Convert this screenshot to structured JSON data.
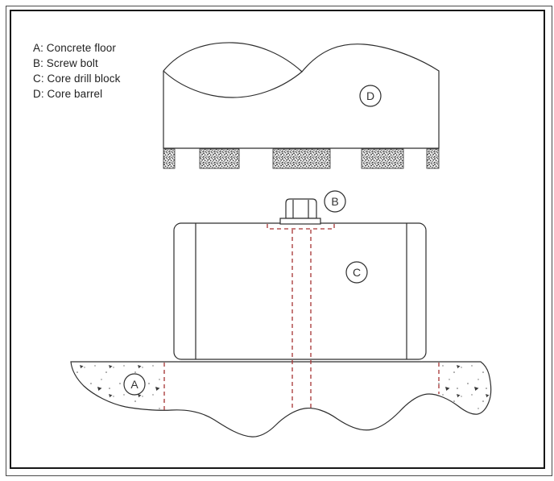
{
  "sheet": {
    "legend": {
      "items": [
        {
          "label": "A: Concrete floor"
        },
        {
          "label": "B: Screw bolt"
        },
        {
          "label": "C: Core drill block"
        },
        {
          "label": "D: Core barrel"
        }
      ]
    },
    "callouts": {
      "concrete_floor": "A",
      "screw_bolt": "B",
      "core_drill_block": "C",
      "core_barrel": "D"
    },
    "colors": {
      "line": "#2d2d2d",
      "hidden_red": "#a63232",
      "background": "#ffffff",
      "text": "#1f1f1f"
    }
  }
}
